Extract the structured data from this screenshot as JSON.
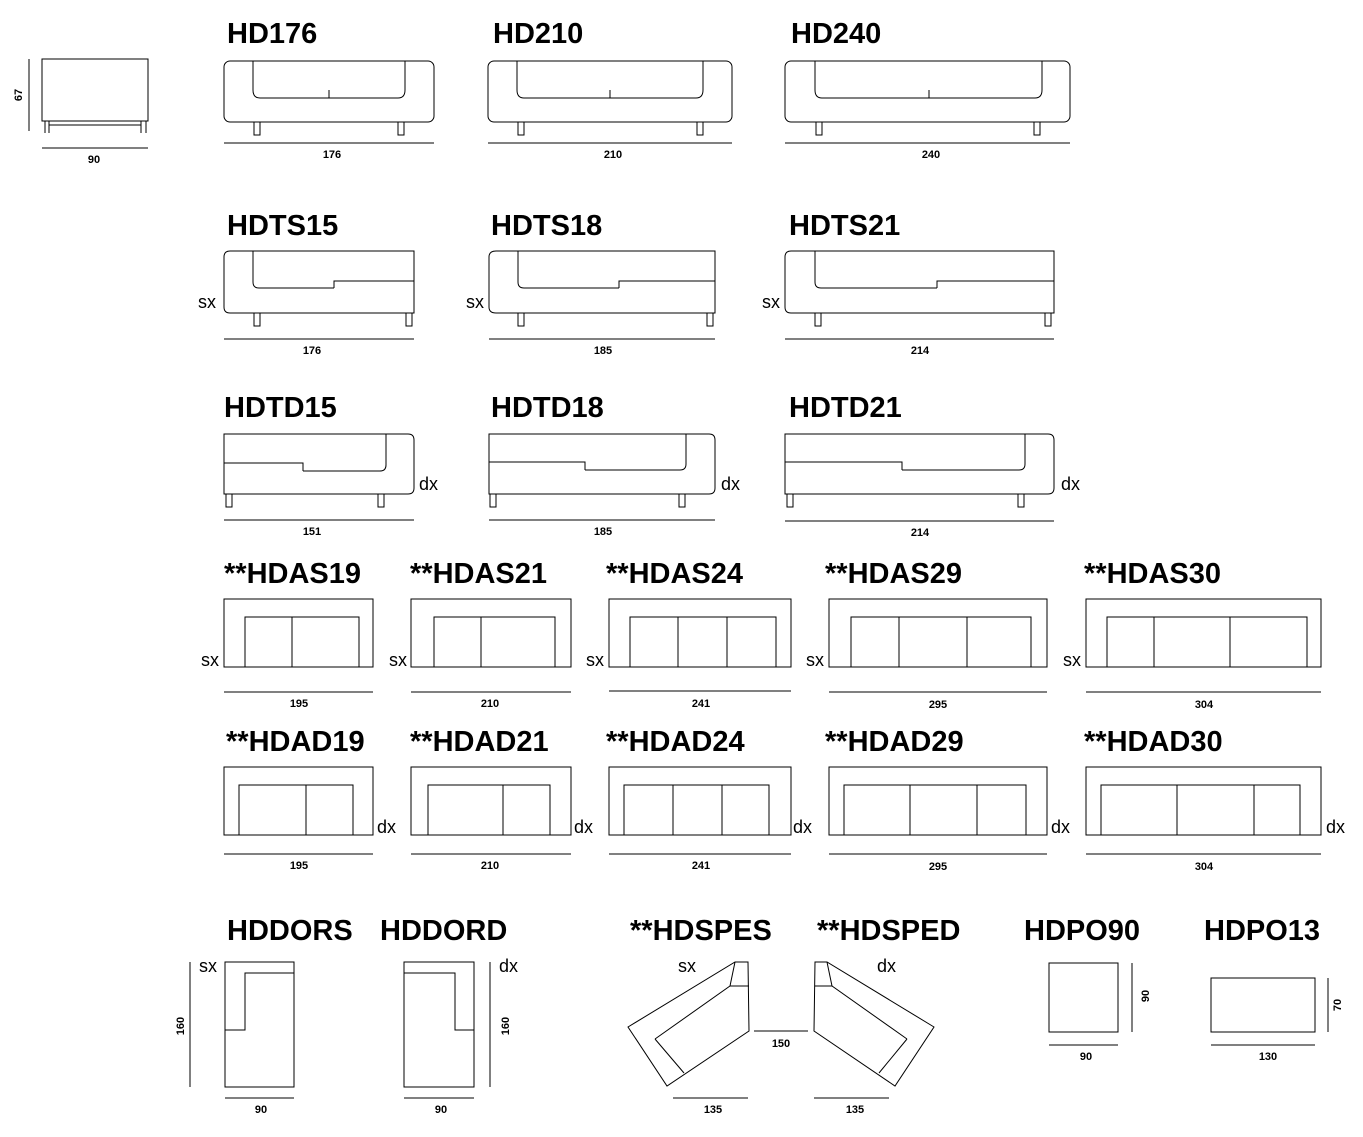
{
  "side_view": {
    "height": "67",
    "width": "90"
  },
  "sofas": [
    {
      "code": "HD176",
      "width": "176"
    },
    {
      "code": "HD210",
      "width": "210"
    },
    {
      "code": "HD240",
      "width": "240"
    }
  ],
  "terminal_left": [
    {
      "code": "HDTS15",
      "width": "176",
      "side": "sx"
    },
    {
      "code": "HDTS18",
      "width": "185",
      "side": "sx"
    },
    {
      "code": "HDTS21",
      "width": "214",
      "side": "sx"
    }
  ],
  "terminal_right": [
    {
      "code": "HDTD15",
      "width": "151",
      "side": "dx"
    },
    {
      "code": "HDTD18",
      "width": "185",
      "side": "dx"
    },
    {
      "code": "HDTD21",
      "width": "214",
      "side": "dx"
    }
  ],
  "angular_left": [
    {
      "code": "**HDAS19",
      "width": "195",
      "side": "sx"
    },
    {
      "code": "**HDAS21",
      "width": "210",
      "side": "sx"
    },
    {
      "code": "**HDAS24",
      "width": "241",
      "side": "sx"
    },
    {
      "code": "**HDAS29",
      "width": "295",
      "side": "sx"
    },
    {
      "code": "**HDAS30",
      "width": "304",
      "side": "sx"
    }
  ],
  "angular_right": [
    {
      "code": "**HDAD19",
      "width": "195",
      "side": "dx"
    },
    {
      "code": "**HDAD21",
      "width": "210",
      "side": "dx"
    },
    {
      "code": "**HDAD24",
      "width": "241",
      "side": "dx"
    },
    {
      "code": "**HDAD29",
      "width": "295",
      "side": "dx"
    },
    {
      "code": "**HDAD30",
      "width": "304",
      "side": "dx"
    }
  ],
  "chaise": [
    {
      "code": "HDDORS",
      "side": "sx",
      "depth": "160",
      "width": "90"
    },
    {
      "code": "HDDORD",
      "side": "dx",
      "depth": "160",
      "width": "90"
    }
  ],
  "corner": [
    {
      "code": "**HDSPES",
      "side": "sx",
      "width": "135"
    },
    {
      "code": "**HDSPED",
      "side": "dx",
      "width": "135"
    }
  ],
  "corner_gap": "150",
  "poufs": [
    {
      "code": "HDPO90",
      "width": "90",
      "depth": "90"
    },
    {
      "code": "HDPO13",
      "width": "130",
      "depth": "70"
    }
  ]
}
